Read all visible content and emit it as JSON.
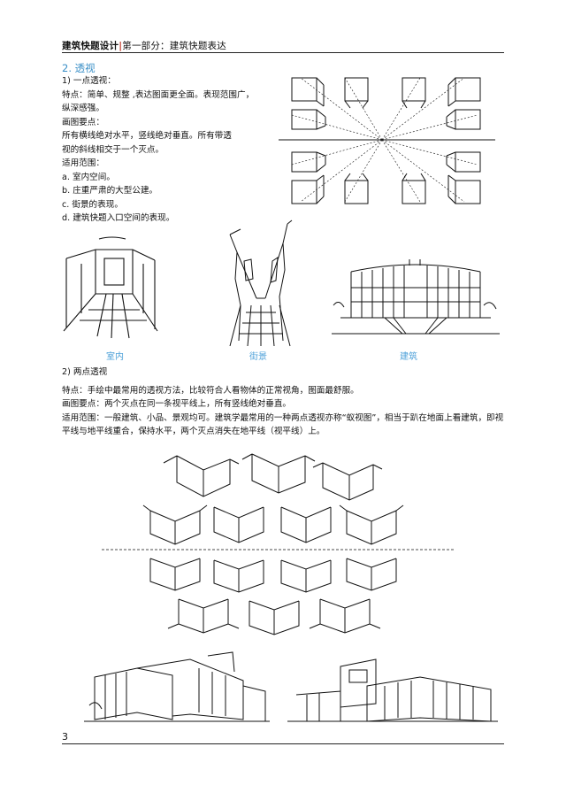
{
  "header": {
    "title": "建筑快题设计",
    "separator": "|",
    "subtitle": "第一部分：建筑快题表达"
  },
  "section": {
    "title": "2. 透视"
  },
  "one_point": {
    "heading": "1) 一点透视：",
    "lines": [
      "特点：简单、规整 ,表达图面更全面。表现范围广，",
      "纵深感强。",
      "画图要点：",
      "所有横线绝对水平，竖线绝对垂直。所有带透",
      "视的斜线相交于一个灭点。",
      "适用范围：",
      "a. 室内空间。",
      "b. 庄重严肃的大型公建。",
      "c. 街景的表现。",
      "d. 建筑快题入口空间的表现。"
    ],
    "captions": [
      "室内",
      "街景",
      "建筑"
    ]
  },
  "two_point": {
    "heading": "2) 两点透视",
    "lines": [
      "特点：手绘中最常用的透视方法，比较符合人看物体的正常视角，图面最舒服。",
      "画图要点：两个灭点在同一条视平线上，所有竖线绝对垂直。",
      "适用范围：一般建筑、小品、景观均可。建筑学最常用的一种两点透视亦称“蚁视图”，相当于趴在地面上看建筑，即视",
      "平线与地平线重合，保持水平，两个灭点消失在地平线（视平线）上。"
    ]
  },
  "page_number": "3"
}
